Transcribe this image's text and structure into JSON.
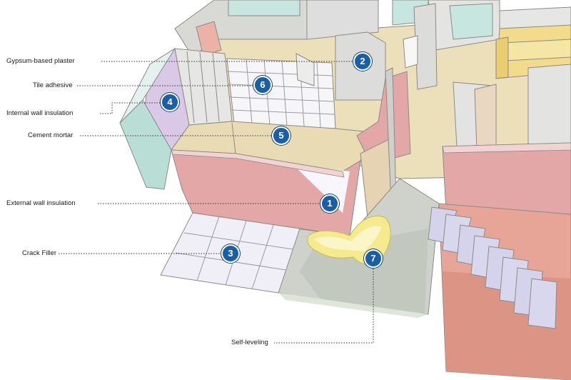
{
  "callouts": [
    {
      "number": "1",
      "label": "External wall insulation"
    },
    {
      "number": "2",
      "label": "Gypsum-based plaster"
    },
    {
      "number": "3",
      "label": "Crack Filler"
    },
    {
      "number": "4",
      "label": "Internal wall insulation"
    },
    {
      "number": "5",
      "label": "Cement mortar"
    },
    {
      "number": "6",
      "label": "Tile adhesive"
    },
    {
      "number": "7",
      "label": "Self-leveling"
    }
  ],
  "colors": {
    "badge": "#1a5ea8",
    "exterior_wall": "#e3a7a7",
    "floor": "#e9dcb4",
    "internal_insulation": "#d9c8e6",
    "outer_cladding": "#b9ded6",
    "screed_grey": "#cfd2cb",
    "self_leveling_yellow": "#f5ea8e",
    "tile_white": "#f4f3fb",
    "wall_grey": "#dadad8",
    "stair_lilac": "#d5d3ec",
    "leader_line": "#333333"
  }
}
